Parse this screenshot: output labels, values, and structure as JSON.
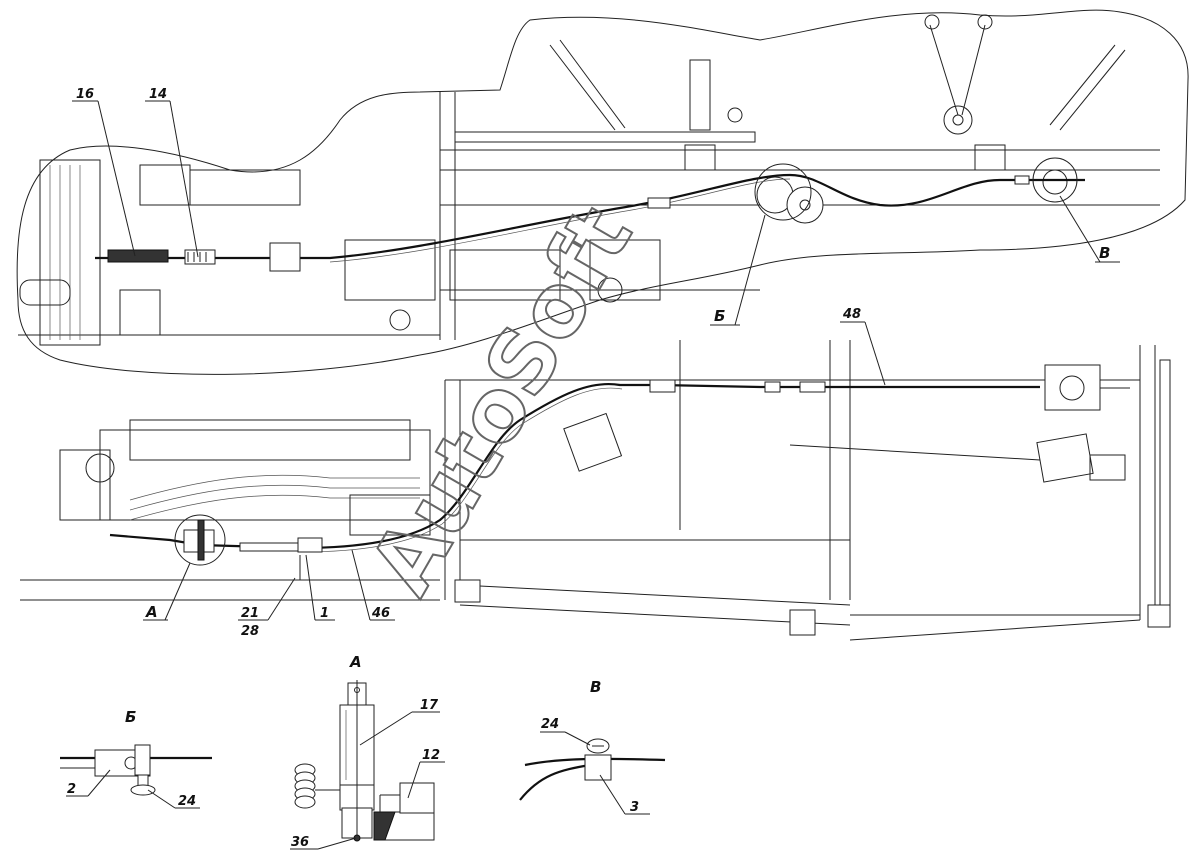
{
  "watermark": "AutoSoft",
  "callouts": {
    "c16": "16",
    "c14": "14",
    "cB_top": "В",
    "cBe_top": "Б",
    "c48": "48",
    "cA": "А",
    "c21": "21",
    "c28": "28",
    "c1": "1",
    "c46": "46"
  },
  "details": {
    "detail_b": {
      "title": "Б",
      "p2": "2",
      "p24": "24"
    },
    "detail_a": {
      "title": "А",
      "p17": "17",
      "p12": "12",
      "p36": "36"
    },
    "detail_v": {
      "title": "В",
      "p24": "24",
      "p3": "3"
    }
  }
}
